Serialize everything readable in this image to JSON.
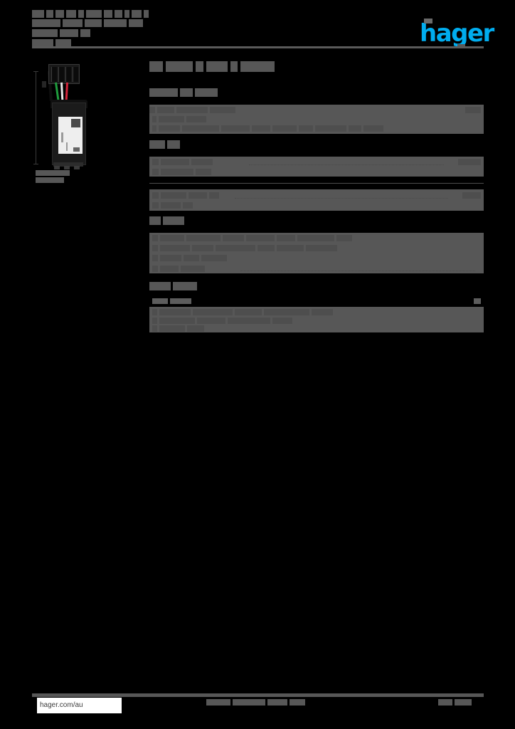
{
  "document": {
    "kind": "product-datasheet",
    "background_color": "#000000",
    "redaction_color": "#575757"
  },
  "header": {
    "title_line_1": "",
    "title_line_2": "",
    "subtitle_line_1": "",
    "subtitle_line_2": "",
    "logo": {
      "name": "hager-logo",
      "text": "hager",
      "color": "#00ADEF"
    }
  },
  "product_image": {
    "caption_line_1": "",
    "caption_line_2": "",
    "alt": "black electrical relay module with multi-pole connector and green white red wires",
    "wire_colors": [
      "#1f9c3d",
      "#e8e8e8",
      "#d3243a",
      "#0e0e0e"
    ]
  },
  "main": {
    "doc_title": "",
    "sections": [
      {
        "heading": "",
        "band_rows": [
          {
            "label": "",
            "value": ""
          },
          {
            "label": "",
            "value": ""
          },
          {
            "label": "",
            "value": ""
          }
        ]
      },
      {
        "heading": "",
        "rows": [
          {
            "label": "",
            "value": ""
          },
          {
            "label": "",
            "value": ""
          },
          {
            "label": "",
            "value": ""
          }
        ]
      },
      {
        "heading": "",
        "band_rows": [
          {
            "label": "",
            "value": ""
          },
          {
            "label": "",
            "value": ""
          },
          {
            "label": "",
            "value": ""
          },
          {
            "label": "",
            "value": ""
          }
        ]
      },
      {
        "heading": "",
        "subheading": "",
        "band_rows": [
          {
            "label": "",
            "value": ""
          },
          {
            "label": "",
            "value": ""
          },
          {
            "label": "",
            "value": ""
          }
        ]
      }
    ]
  },
  "footer": {
    "url": "hager.com/au",
    "center_text": "",
    "page_label": ""
  }
}
